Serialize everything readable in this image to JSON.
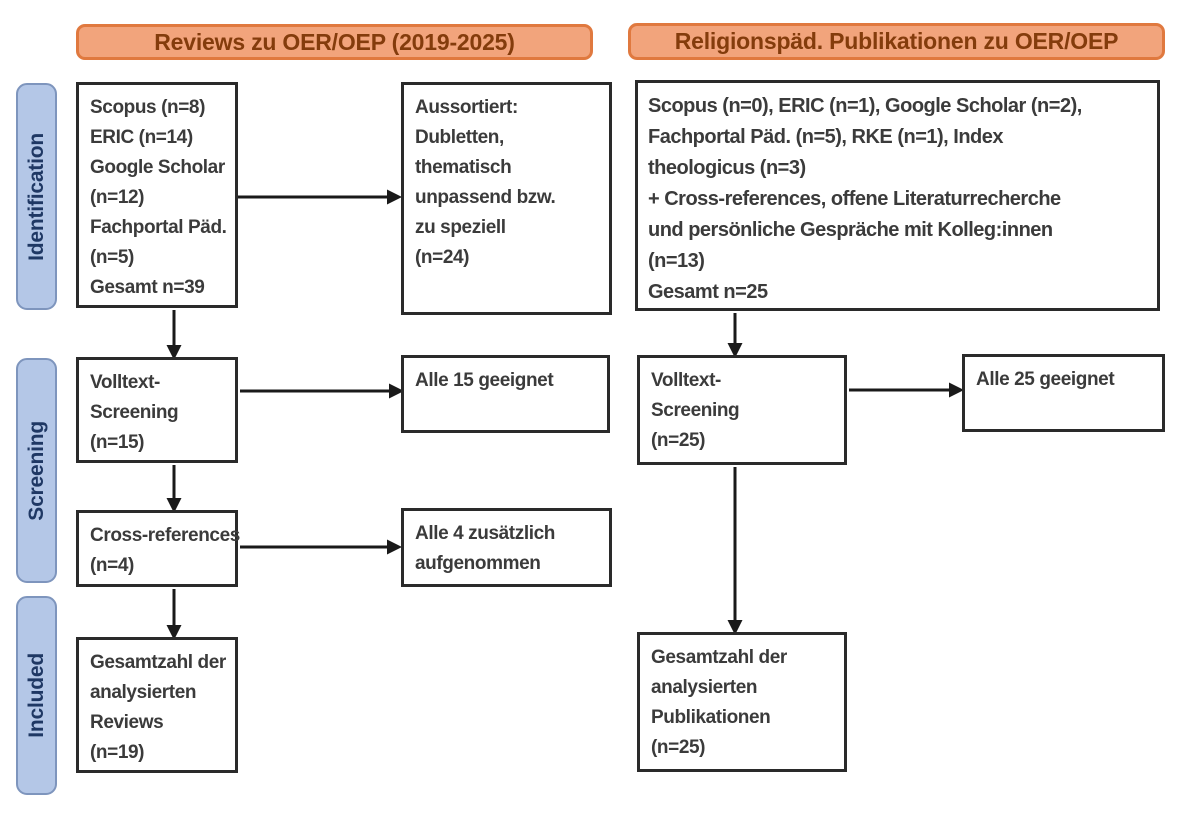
{
  "diagram": {
    "title_implicit": "PRISMA-style literature search flow",
    "columns": [
      {
        "header": "Reviews zu OER/OEP (2019-2025)"
      },
      {
        "header": "Religionspäd. Publikationen zu OER/OEP"
      }
    ],
    "stages": [
      "Identification",
      "Screening",
      "Included"
    ],
    "left": {
      "sources": "Scopus (n=8)\nERIC (n=14)\nGoogle Scholar\n(n=12)\nFachportal Päd.\n(n=5)\nGesamt n=39",
      "excluded": "Aussortiert:\nDubletten,\nthematisch\nunpassend bzw.\nzu speziell\n(n=24)",
      "fulltext_screening": "Volltext-\nScreening\n(n=15)",
      "fulltext_result": "Alle 15 geeignet",
      "cross_references": "Cross-references\n(n=4)",
      "cross_references_result": "Alle 4 zusätzlich\naufgenommen",
      "included_total": "Gesamtzahl der\nanalysierten\nReviews\n(n=19)"
    },
    "right": {
      "sources": "Scopus (n=0), ERIC (n=1), Google Scholar (n=2),\nFachportal Päd. (n=5), RKE (n=1), Index\ntheologicus (n=3)\n+ Cross-references, offene Literaturrecherche\nund persönliche Gespräche mit Kolleg:innen\n(n=13)\nGesamt n=25",
      "fulltext_screening": "Volltext-\nScreening\n(n=25)",
      "fulltext_result": "Alle 25 geeignet",
      "included_total": "Gesamtzahl der\nanalysierten\nPublikationen\n(n=25)"
    },
    "colors": {
      "header_fill": "#f2a47c",
      "header_border": "#e0793f",
      "header_text": "#843c0c",
      "stage_fill": "#b4c7e7",
      "stage_border": "#7e95bd",
      "stage_text": "#1f3864",
      "box_border": "#2a2a2a",
      "box_text": "#3b3b3b",
      "arrow": "#1a1a1a"
    }
  }
}
